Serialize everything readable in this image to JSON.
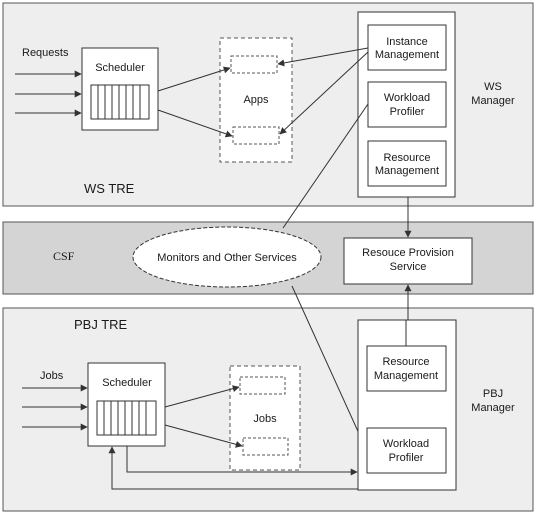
{
  "colors": {
    "panel": "#eeeeee",
    "csf_band": "#d4d4d4",
    "box": "#ffffff",
    "stroke": "#333333",
    "dashed": "#666666"
  },
  "ws_section": {
    "label": "WS TRE",
    "inputs_label": "Requests",
    "scheduler_label": "Scheduler",
    "apps_label": "Apps",
    "manager_label_line1": "WS",
    "manager_label_line2": "Manager",
    "instance_mgmt_line1": "Instance",
    "instance_mgmt_line2": "Management",
    "workload_profiler_line1": "Workload",
    "workload_profiler_line2": "Profiler",
    "resource_mgmt_line1": "Resource",
    "resource_mgmt_line2": "Management"
  },
  "csf_section": {
    "label": "CSF",
    "monitors_label": "Monitors and Other Services",
    "provision_line1": "Resouce Provision",
    "provision_line2": "Service"
  },
  "pbj_section": {
    "label": "PBJ TRE",
    "inputs_label": "Jobs",
    "scheduler_label": "Scheduler",
    "jobs_label": "Jobs",
    "manager_label_line1": "PBJ",
    "manager_label_line2": "Manager",
    "resource_mgmt_line1": "Resource",
    "resource_mgmt_line2": "Management",
    "workload_profiler_line1": "Workload",
    "workload_profiler_line2": "Profiler"
  }
}
